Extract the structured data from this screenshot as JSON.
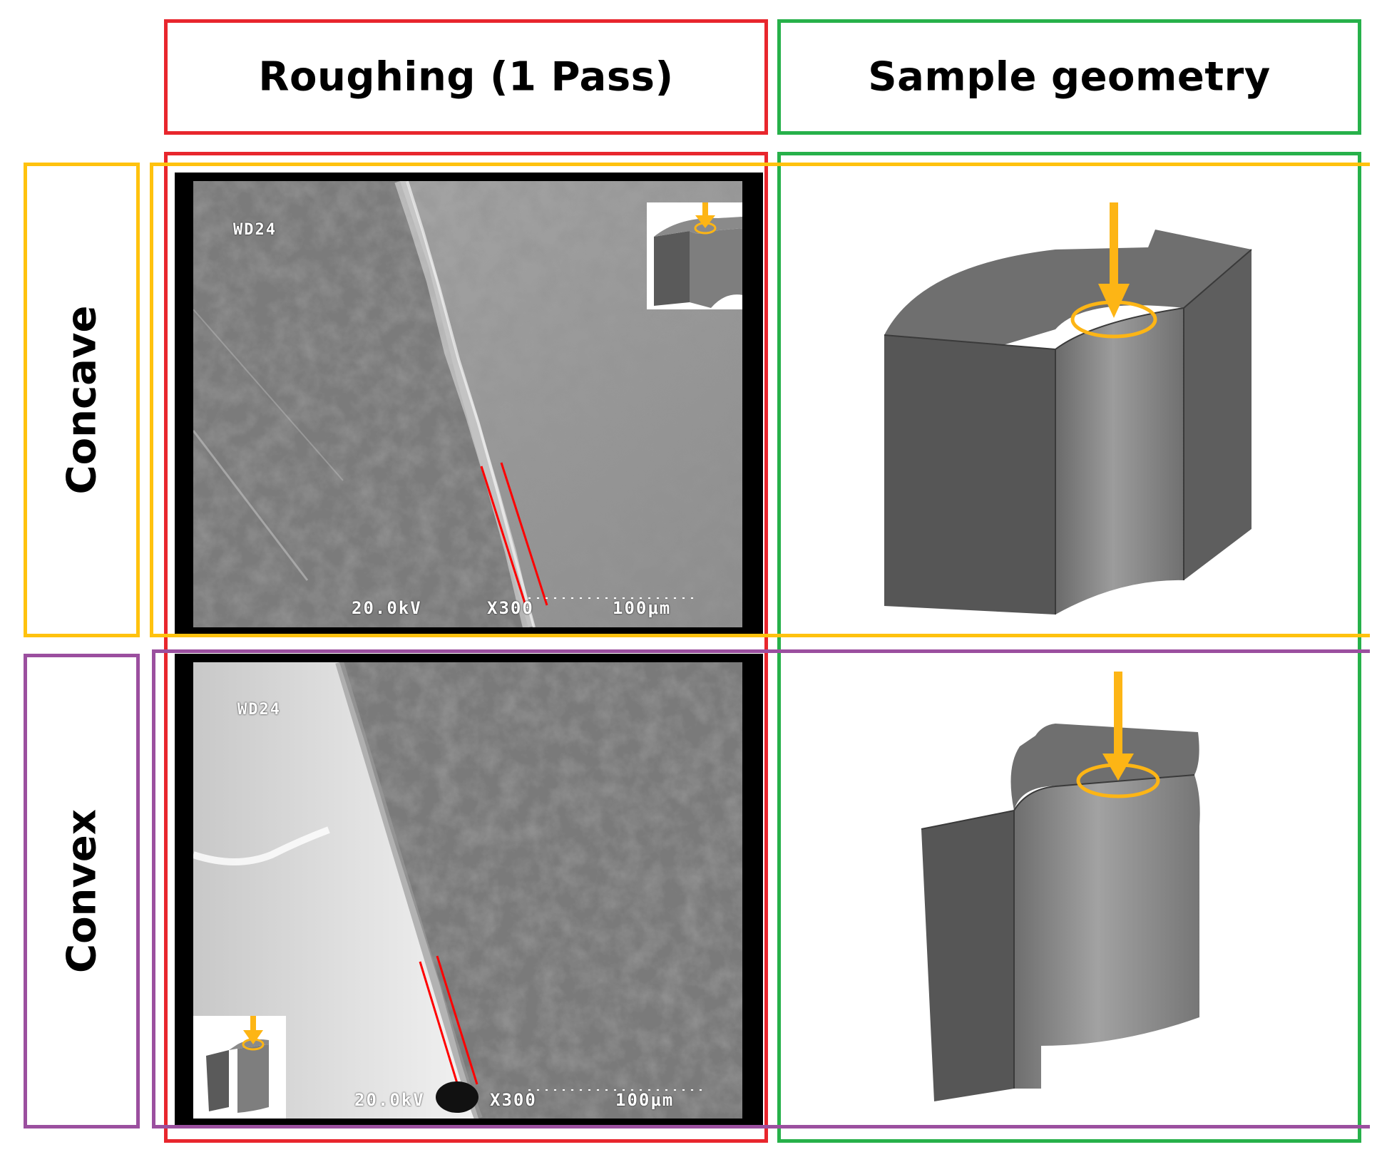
{
  "headers": {
    "process": "Roughing (1 Pass)",
    "geometry": "Sample geometry"
  },
  "rows": [
    {
      "label": "Concave"
    },
    {
      "label": "Convex"
    }
  ],
  "sem": [
    {
      "working_distance": "WD24",
      "voltage": "20.0kV",
      "magnification": "X300",
      "scale_bar": "100μm"
    },
    {
      "working_distance": "WD24",
      "voltage": "20.0kV",
      "magnification": "X300",
      "scale_bar": "100μm"
    }
  ],
  "colors": {
    "header_process_border": "#e8262d",
    "header_geometry_border": "#27b14a",
    "concave_border": "#ffc20e",
    "convex_border": "#9b4f9f",
    "measurement_lines": "#ff0000",
    "indicator": "#fdb515"
  },
  "icons": {
    "indicator": "down-arrow-icon",
    "region_marker": "ellipse-marker-icon"
  }
}
